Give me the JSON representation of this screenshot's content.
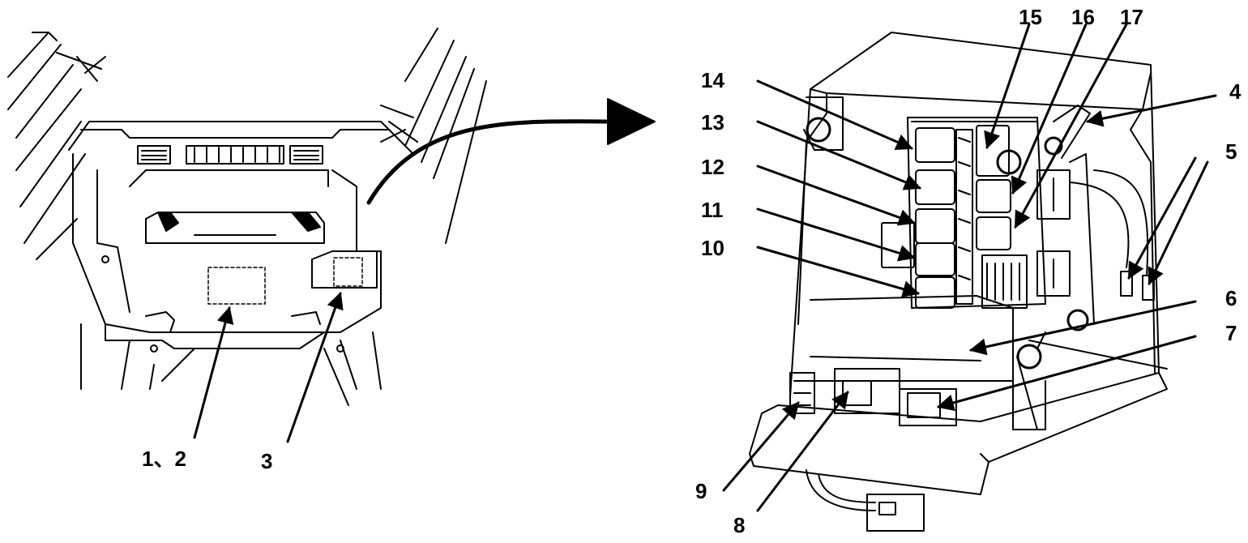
{
  "callouts": {
    "left_1_2": "1、2",
    "left_3": "3",
    "c4": "4",
    "c5": "5",
    "c6": "6",
    "c7": "7",
    "c8": "8",
    "c9": "9",
    "c10": "10",
    "c11": "11",
    "c12": "12",
    "c13": "13",
    "c14": "14",
    "c15": "15",
    "c16": "16",
    "c17": "17"
  }
}
